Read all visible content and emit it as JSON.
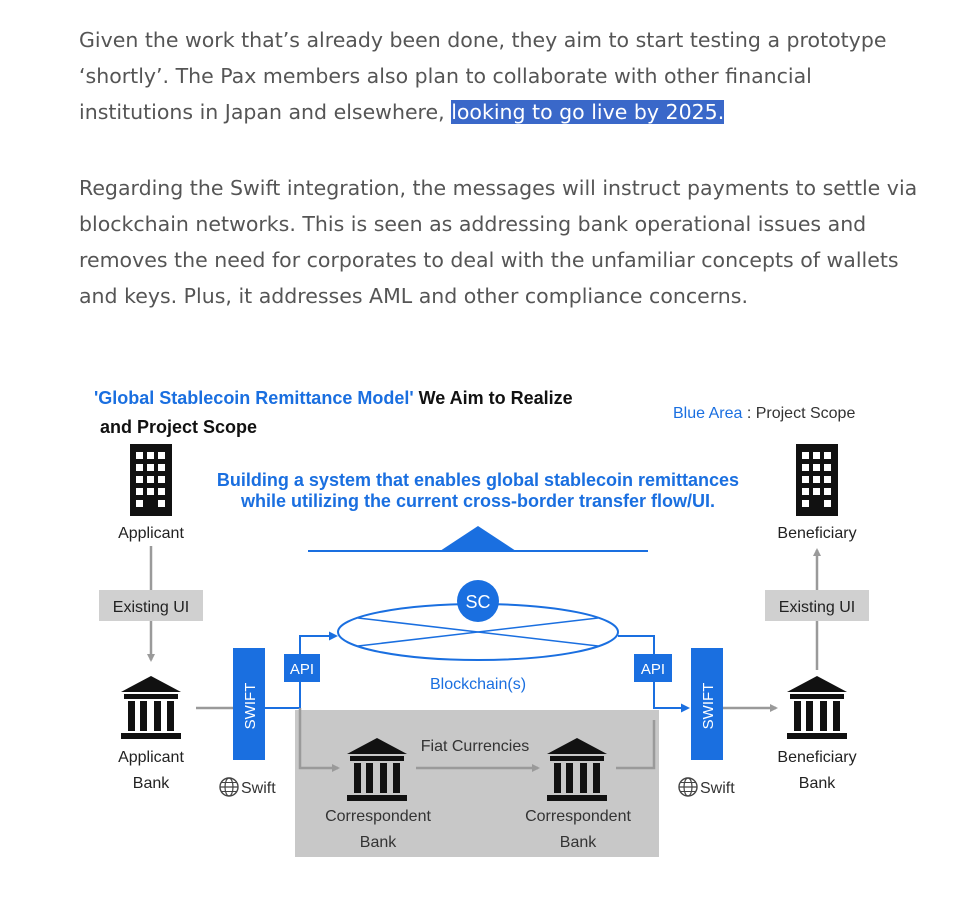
{
  "article": {
    "p1": {
      "line1": "Given the work that’s already been done, they aim to start testing a prototype",
      "line2": "‘shortly’. The Pax members also plan to collaborate with other financial",
      "line3_plain": "institutions in Japan and elsewhere, ",
      "line3_highlight": "looking to go live by 2025."
    },
    "p2": {
      "line1": "Regarding the Swift integration, the messages will instruct payments to settle via",
      "line2": "blockchain networks. This is seen as addressing bank operational issues and",
      "line3": "removes the need for corporates to deal with the unfamiliar concepts of wallets",
      "line4": "and keys. Plus, it addresses AML and other compliance concerns."
    }
  },
  "figure": {
    "title_quote": "'Global Stablecoin Remittance Model'",
    "title_rest": " We Aim to Realize",
    "title_line2": "and Project Scope",
    "legend_blue": "Blue Area",
    "legend_rest": " : Project Scope",
    "banner_line1": "Building a system that enables global stablecoin remittances",
    "banner_line2": "while utilizing the current cross-border transfer flow/UI.",
    "applicant": "Applicant",
    "beneficiary": "Beneficiary",
    "existing_ui_left": "Existing UI",
    "existing_ui_right": "Existing UI",
    "sc": "SC",
    "api_left": "API",
    "api_right": "API",
    "blockchains": "Blockchain(s)",
    "swift_bar_left": "SWIFT",
    "swift_bar_right": "SWIFT",
    "applicant_bank_1": "Applicant",
    "applicant_bank_2": "Bank",
    "beneficiary_bank_1": "Beneficiary",
    "beneficiary_bank_2": "Bank",
    "swift_logo_left": "Swift",
    "swift_logo_right": "Swift",
    "fiat": "Fiat Currencies",
    "corr1_1": "Correspondent",
    "corr1_2": "Bank",
    "corr2_1": "Correspondent",
    "corr2_2": "Bank",
    "colors": {
      "blue": "#1a6fe0",
      "text_gray": "#555555",
      "highlight": "#3a68c9",
      "scope_gray": "#c8c8c8",
      "label_gray": "#d0d0d0"
    }
  }
}
